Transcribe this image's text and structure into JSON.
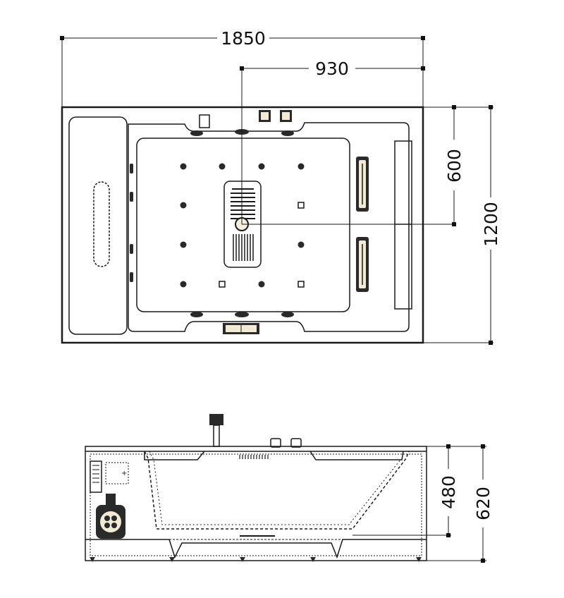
{
  "dimensions": {
    "overall_length": "1850",
    "drain_offset": "930",
    "center_width": "600",
    "overall_width": "1200",
    "inner_depth": "480",
    "overall_height": "620"
  },
  "colors": {
    "tub_fill": "#f3ead6",
    "line": "#1a1a1a",
    "pillow_fill": "#ece0c6",
    "jet": "#2a2a2a"
  }
}
